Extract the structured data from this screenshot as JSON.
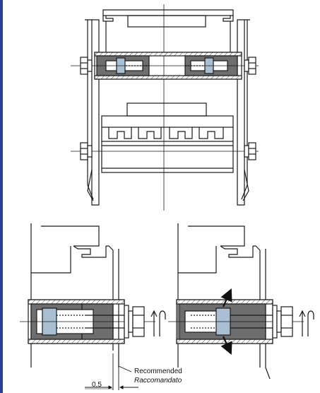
{
  "labels": {
    "recommended": "Recommended",
    "raccomandato": "Raccomandato",
    "clearance": "0,5"
  },
  "colors": {
    "stroke": "#1a1a1a",
    "pad_dark": "#6e6e6e",
    "bushing": "#a9c0d4",
    "hatch": "#444444",
    "sidebar": "#2a3f8f"
  }
}
